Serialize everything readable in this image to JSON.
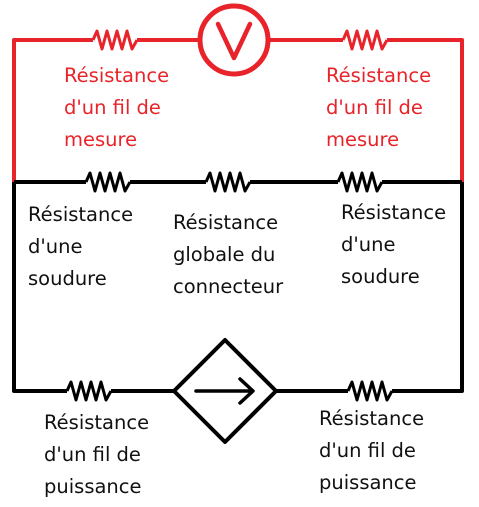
{
  "colors": {
    "measure_wire": "#e8232a",
    "power_wire": "#000000",
    "background": "#ffffff"
  },
  "symbols": {
    "voltmeter_letter": "V",
    "current_source_icon": "arrow-right-icon"
  },
  "labels": {
    "measure_left": [
      "Résistance",
      "d'un fil de",
      "mesure"
    ],
    "measure_right": [
      "Résistance",
      "d'un fil de",
      "mesure"
    ],
    "solder_left": [
      "Résistance",
      "d'une",
      "soudure"
    ],
    "connector": [
      "Résistance",
      "globale du",
      "connecteur"
    ],
    "solder_right": [
      "Résistance",
      "d'une",
      "soudure"
    ],
    "power_left": [
      "Résistance",
      "d'un fil de",
      "puissance"
    ],
    "power_right": [
      "Résistance",
      "d'un fil de",
      "puissance"
    ]
  }
}
